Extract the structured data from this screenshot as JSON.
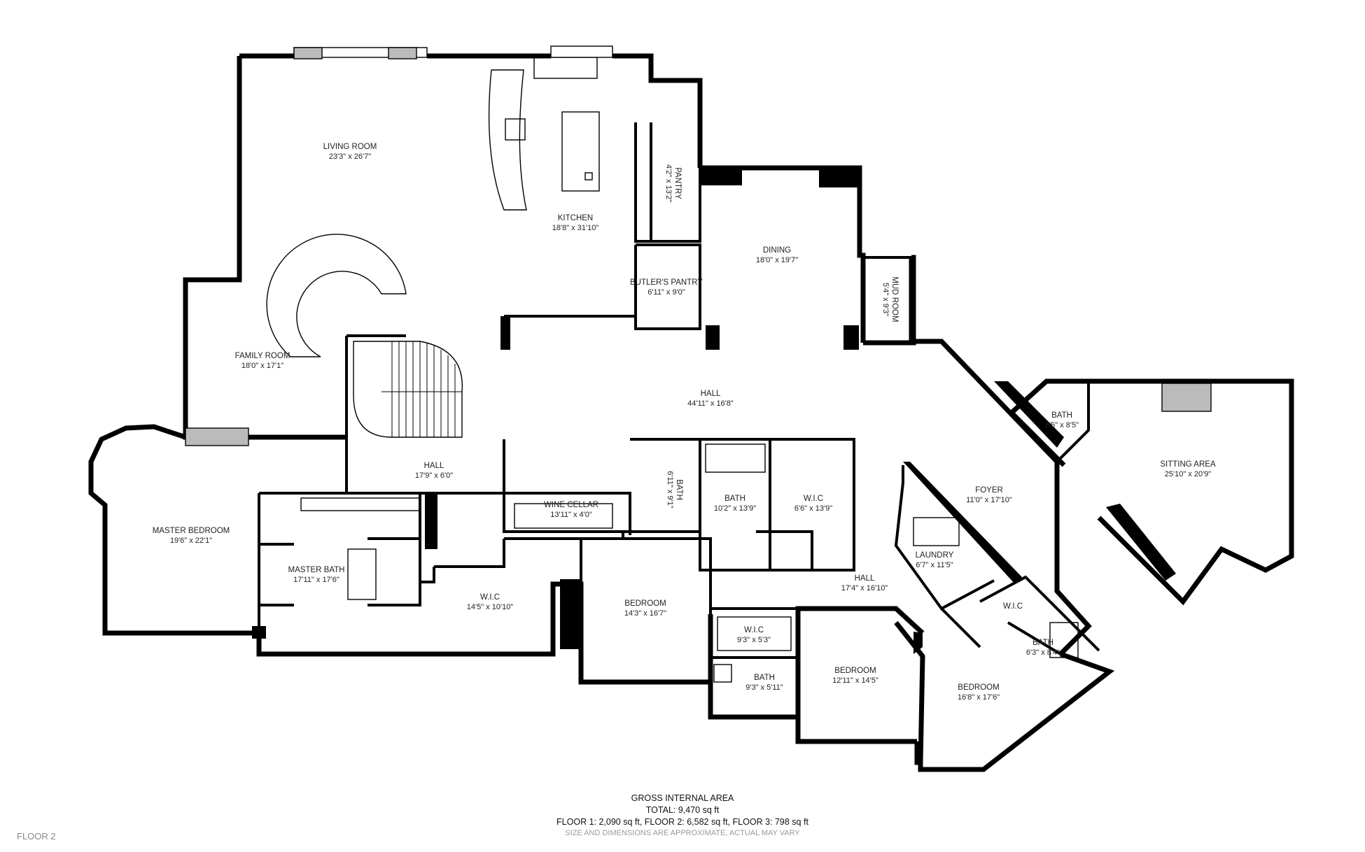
{
  "rooms": [
    {
      "id": "living-room",
      "name": "LIVING ROOM",
      "dim": "23'3\" x 26'7\""
    },
    {
      "id": "kitchen",
      "name": "KITCHEN",
      "dim": "18'8\" x 31'10\""
    },
    {
      "id": "pantry",
      "name": "PANTRY",
      "dim": "4'2\" x 13'2\""
    },
    {
      "id": "dining",
      "name": "DINING",
      "dim": "18'0\" x 19'7\""
    },
    {
      "id": "butlers-pantry",
      "name": "BUTLER'S PANTRY",
      "dim": "6'11\" x 9'0\""
    },
    {
      "id": "mud-room",
      "name": "MUD ROOM",
      "dim": "5'4\" x 9'3\""
    },
    {
      "id": "family-room",
      "name": "FAMILY ROOM",
      "dim": "18'0\" x 17'1\""
    },
    {
      "id": "hall-main",
      "name": "HALL",
      "dim": "44'11\" x 16'8\""
    },
    {
      "id": "hall-west",
      "name": "HALL",
      "dim": "17'9\" x 6'0\""
    },
    {
      "id": "bath-sitting",
      "name": "BATH",
      "dim": "8'5\" x 8'5\""
    },
    {
      "id": "sitting-area",
      "name": "SITTING AREA",
      "dim": "25'10\" x 20'9\""
    },
    {
      "id": "foyer",
      "name": "FOYER",
      "dim": "11'0\" x 17'10\""
    },
    {
      "id": "master-bedroom",
      "name": "MASTER BEDROOM",
      "dim": "19'6\" x 22'1\""
    },
    {
      "id": "master-bath",
      "name": "MASTER BATH",
      "dim": "17'11\" x 17'6\""
    },
    {
      "id": "wic-master",
      "name": "W.I.C",
      "dim": "14'5\" x 10'10\""
    },
    {
      "id": "wine-cellar",
      "name": "WINE CELLAR",
      "dim": "13'11\" x 4'0\""
    },
    {
      "id": "bath-small",
      "name": "BATH",
      "dim": "6'11\" x 9'1\""
    },
    {
      "id": "bath-center",
      "name": "BATH",
      "dim": "10'2\" x 13'9\""
    },
    {
      "id": "wic-center",
      "name": "W.I.C",
      "dim": "6'6\" x 13'9\""
    },
    {
      "id": "bedroom-center",
      "name": "BEDROOM",
      "dim": "14'3\" x 16'7\""
    },
    {
      "id": "hall-east",
      "name": "HALL",
      "dim": "17'4\" x 16'10\""
    },
    {
      "id": "laundry",
      "name": "LAUNDRY",
      "dim": "6'7\" x 11'5\""
    },
    {
      "id": "wic-lower",
      "name": "W.I.C",
      "dim": "9'3\" x 5'3\""
    },
    {
      "id": "bath-lower",
      "name": "BATH",
      "dim": "9'3\" x 5'11\""
    },
    {
      "id": "bedroom-mid",
      "name": "BEDROOM",
      "dim": "12'11\" x 14'5\""
    },
    {
      "id": "bedroom-east",
      "name": "BEDROOM",
      "dim": "16'8\" x 17'6\""
    },
    {
      "id": "wic-east",
      "name": "W.I.C",
      "dim": ""
    },
    {
      "id": "bath-east",
      "name": "BATH",
      "dim": "6'3\" x 8'4\""
    }
  ],
  "footer": {
    "title": "GROSS INTERNAL AREA",
    "total": "TOTAL: 9,470 sq ft",
    "floors": "FLOOR 1: 2,090 sq ft, FLOOR 2: 6,582 sq ft, FLOOR 3: 798 sq ft",
    "note": "SIZE AND DIMENSIONS ARE APPROXIMATE, ACTUAL MAY VARY"
  },
  "floor_label": "FLOOR 2"
}
